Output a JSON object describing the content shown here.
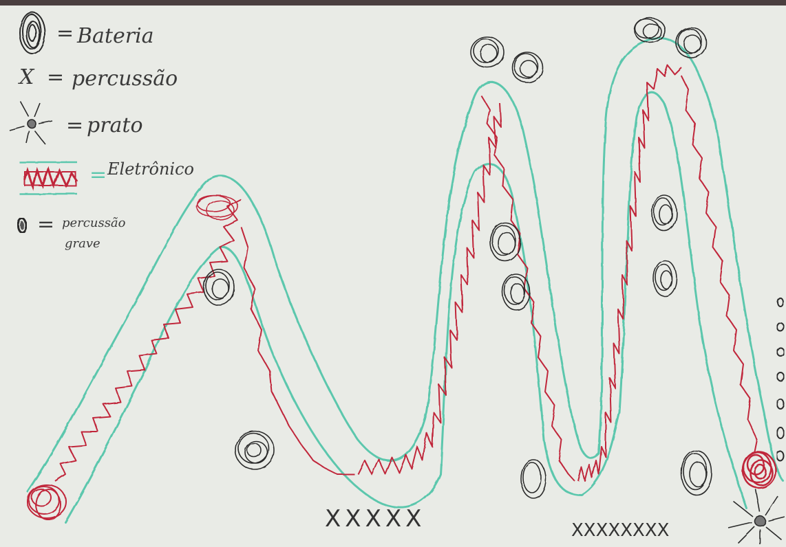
{
  "legend": {
    "bateria": {
      "symbol_equals": "=",
      "label": "Bateria",
      "icon": "scribbled-circle-icon"
    },
    "percussao": {
      "symbol": "X",
      "symbol_equals": "=",
      "label": "percussão"
    },
    "prato": {
      "symbol_equals": "=",
      "label": "prato",
      "icon": "sun-cymbal-icon"
    },
    "eletronico": {
      "symbol_equals": "=",
      "label": "Eletrônico",
      "icon": "red-zigzag-band-icon"
    },
    "percussao_grave": {
      "symbol_equals": "=",
      "label_line1": "percussão",
      "label_line2": "grave",
      "icon": "small-filled-oval-icon"
    }
  },
  "marks": {
    "x_row_1": "XXXXX",
    "x_row_2": "XXXXXXXX"
  },
  "colors": {
    "paper": "#e9ebe6",
    "teal_path": "#5cc7ad",
    "red_electronic": "#c0283a",
    "pencil": "#2c2c2c"
  }
}
